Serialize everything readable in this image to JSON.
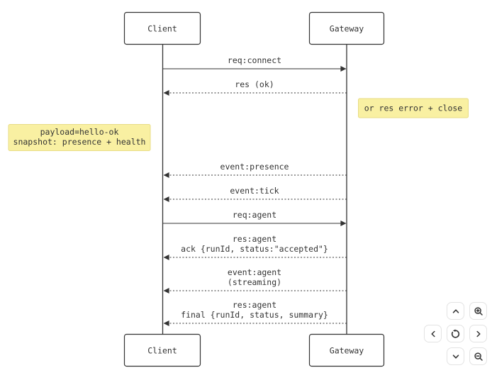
{
  "diagram": {
    "participants": [
      {
        "name": "Client"
      },
      {
        "name": "Gateway"
      }
    ],
    "messages": [
      {
        "lines": [
          "req:connect"
        ],
        "style": "solid",
        "direction": "client-to-gateway"
      },
      {
        "lines": [
          "res (ok)"
        ],
        "style": "dotted",
        "direction": "gateway-to-client"
      },
      {
        "lines": [
          "event:presence"
        ],
        "style": "dotted",
        "direction": "gateway-to-client"
      },
      {
        "lines": [
          "event:tick"
        ],
        "style": "dotted",
        "direction": "gateway-to-client"
      },
      {
        "lines": [
          "req:agent"
        ],
        "style": "solid",
        "direction": "client-to-gateway"
      },
      {
        "lines": [
          "res:agent",
          "ack {runId, status:\"accepted\"}"
        ],
        "style": "dotted",
        "direction": "gateway-to-client"
      },
      {
        "lines": [
          "event:agent",
          "(streaming)"
        ],
        "style": "dotted",
        "direction": "gateway-to-client"
      },
      {
        "lines": [
          "res:agent",
          "final {runId, status, summary}"
        ],
        "style": "dotted",
        "direction": "gateway-to-client"
      }
    ],
    "notes": [
      {
        "side": "right",
        "lines": [
          "or res error + close"
        ]
      },
      {
        "side": "left",
        "lines": [
          "payload=hello-ok",
          "snapshot: presence + health"
        ]
      }
    ],
    "colors": {
      "note_background": "#F9F0A2",
      "note_border": "#E8DC85",
      "line": "#333333",
      "text": "#333333"
    }
  },
  "controls": {
    "buttons": [
      {
        "name": "pan-up",
        "icon": "chevron-up-icon"
      },
      {
        "name": "zoom-in",
        "icon": "zoom-in-icon"
      },
      {
        "name": "pan-left",
        "icon": "chevron-left-icon"
      },
      {
        "name": "reset-view",
        "icon": "reset-icon"
      },
      {
        "name": "pan-right",
        "icon": "chevron-right-icon"
      },
      {
        "name": "pan-down",
        "icon": "chevron-down-icon"
      },
      {
        "name": "zoom-out",
        "icon": "zoom-out-icon"
      }
    ],
    "button_border_color": "#E3E3E3",
    "icon_color": "#333333"
  }
}
